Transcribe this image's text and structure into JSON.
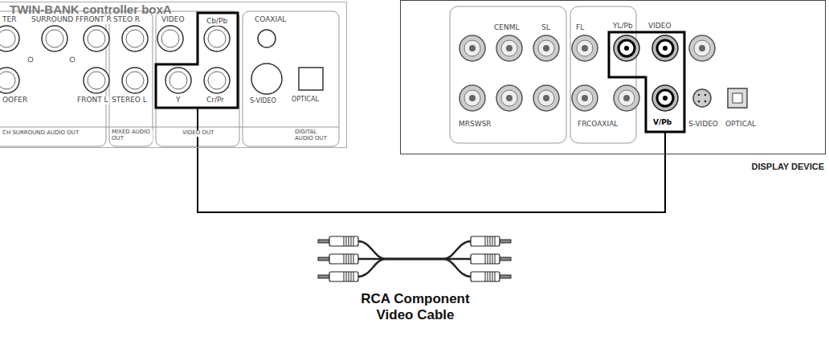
{
  "diagram": {
    "nodes": [
      {
        "text": [
          "TWIN-BANK controller boxA"
        ]
      },
      {
        "text": [
          "DISPLAY DEVICE"
        ]
      }
    ],
    "edges": [
      {
        "from": 0,
        "to": 1,
        "arrow": "none"
      }
    ],
    "labels": [
      "TER",
      "SURROUND R",
      "FRONT R",
      "STEO R",
      "VIDEO",
      "Cb/Pb",
      "COAXIAL",
      "OOFER",
      "FRONT L",
      "STEREO L",
      "Y",
      "Cr/Pr",
      "S-VIDEO",
      "OPTICAL",
      "CH SURROUND AUDIO OUT",
      "MIXED AUDIO OUT",
      "VIDEO OUT",
      "DIGITAL AUDIO OUT",
      "CENML",
      "SL",
      "FL",
      "YL/Pb",
      "VIDEO",
      "MRSWSR",
      "FRCOAXIAL",
      "V/Pb",
      "S-VIDEO",
      "OPTICAL",
      "RCA Component Video Cable"
    ]
  }
}
